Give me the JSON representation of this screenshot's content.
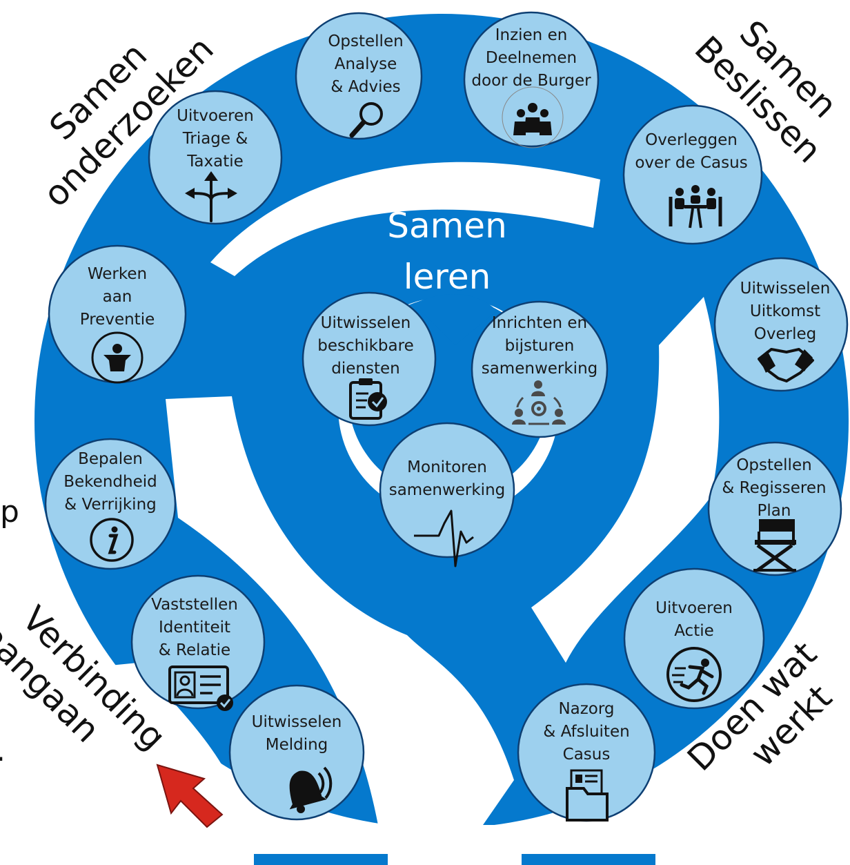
{
  "phases": {
    "onderzoeken": [
      "Samen",
      "onderzoeken"
    ],
    "beslissen": [
      "Samen",
      "Beslissen"
    ],
    "leren": [
      "Samen",
      "leren"
    ],
    "werkt": [
      "Doen wat",
      "werkt"
    ],
    "verbinding": [
      "Verbinding",
      "aangaan"
    ]
  },
  "edge_fragment": "p",
  "nodes": {
    "opstellen_analyse": [
      "Opstellen",
      "Analyse",
      "& Advies"
    ],
    "inzien": [
      "Inzien en",
      "Deelnemen",
      "door de Burger"
    ],
    "triage": [
      "Uitvoeren",
      "Triage &",
      "Taxatie"
    ],
    "overleggen": [
      "Overleggen",
      "over de Casus"
    ],
    "preventie": [
      "Werken",
      "aan",
      "Preventie"
    ],
    "uitkomst": [
      "Uitwisselen",
      "Uitkomst",
      "Overleg"
    ],
    "bekendheid": [
      "Bepalen",
      "Bekendheid",
      "& Verrijking"
    ],
    "regisseren": [
      "Opstellen",
      "& Regisseren",
      "Plan"
    ],
    "identiteit": [
      "Vaststellen",
      "Identiteit",
      "& Relatie"
    ],
    "actie": [
      "Uitvoeren",
      "Actie"
    ],
    "melding": [
      "Uitwisselen",
      "Melding"
    ],
    "nazorg": [
      "Nazorg",
      "& Afsluiten",
      "Casus"
    ],
    "diensten": [
      "Uitwisselen",
      "beschikbare",
      "diensten"
    ],
    "inrichten": [
      "Inrichten en",
      "bijsturen",
      "samenwerking"
    ],
    "monitoren": [
      "Monitoren",
      "samenwerking"
    ]
  },
  "icons": {
    "opstellen_analyse": "magnifier-icon",
    "inzien": "group-icon",
    "triage": "split-arrows-icon",
    "overleggen": "meeting-icon",
    "preventie": "person-icon",
    "uitkomst": "handshake-icon",
    "bekendheid": "info-icon",
    "regisseren": "directors-chair-icon",
    "identiteit": "id-card-icon",
    "actie": "running-icon",
    "melding": "bell-icon",
    "nazorg": "folder-icon",
    "diensten": "clipboard-check-icon",
    "inrichten": "team-cog-icon",
    "monitoren": "heartbeat-icon"
  },
  "colors": {
    "ring_blue": "#0579cd",
    "node_fill": "#9dd0ee",
    "node_stroke": "#0d3f73",
    "arrow_red": "#d6281e"
  }
}
